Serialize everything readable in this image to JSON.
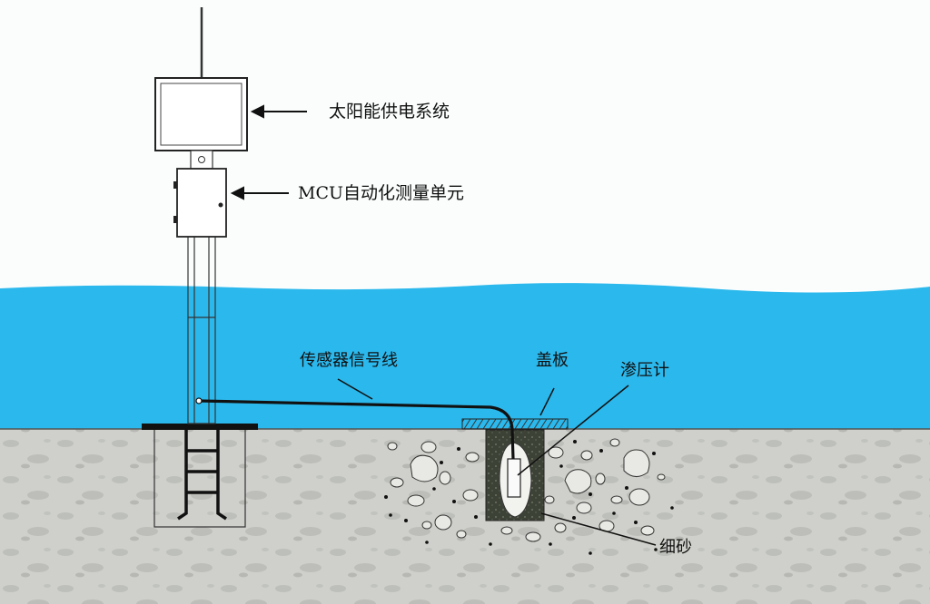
{
  "labels": {
    "solar": "太阳能供电系统",
    "mcu": "MCU自动化测量单元",
    "signal_line": "传感器信号线",
    "cover_plate": "盖板",
    "piezometer": "渗压计",
    "fine_sand": "细砂"
  },
  "colors": {
    "sky": "#fbfdfd",
    "water": "#2bb8ec",
    "ground": "#cfd0cb",
    "ground_speckle": "#a9aba6",
    "sand_pit": "#3a3f35",
    "line": "#111111"
  }
}
